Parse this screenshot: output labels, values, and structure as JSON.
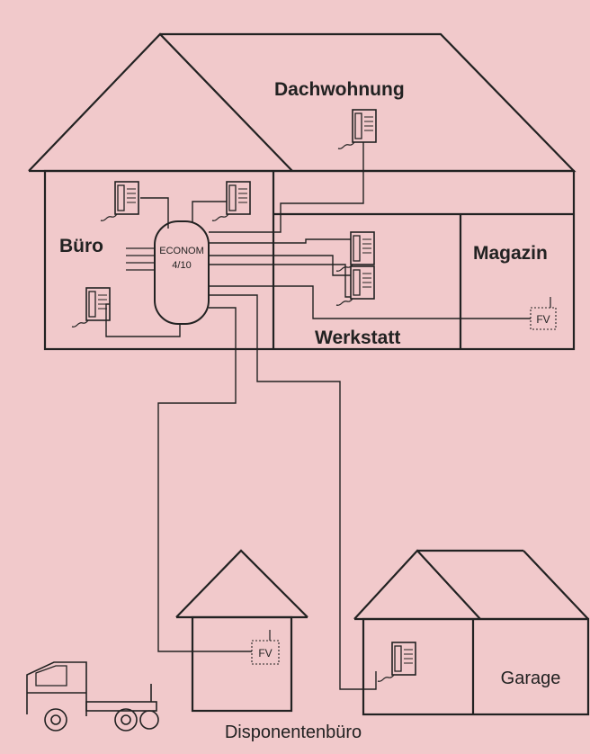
{
  "labels": {
    "dachwohnung": "Dachwohnung",
    "buero": "Büro",
    "magazin": "Magazin",
    "werkstatt": "Werkstatt",
    "disponentenbuero": "Disponentenbüro",
    "garage": "Garage",
    "econom_line1": "ECONOM",
    "econom_line2": "4/10",
    "fv_magazin": "FV",
    "fv_disponent": "FV"
  },
  "colors": {
    "background": "#f1c9cb",
    "ink": "#222222"
  },
  "icons": {
    "telephone": "telephone-icon",
    "radio_unit": "fv-radio-icon",
    "truck": "truck-icon"
  }
}
